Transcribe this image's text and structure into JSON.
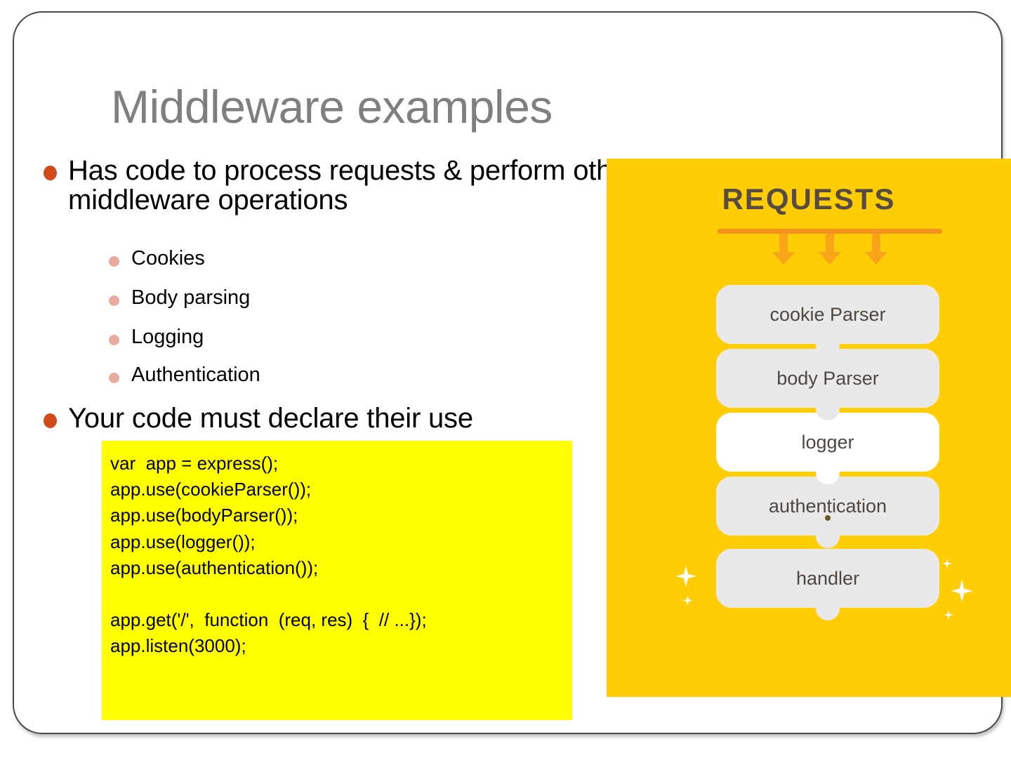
{
  "slide": {
    "title": "Middleware examples"
  },
  "body": {
    "bullets": [
      {
        "text": "Has code to process requests & perform other middleware operations",
        "sub_items": [
          "Cookies",
          "Body parsing",
          "Logging",
          "Authentication"
        ]
      },
      {
        "text": "Your code must declare their use",
        "sub_items": []
      }
    ]
  },
  "code_block": {
    "background_color": "#ffff00",
    "lines": [
      "var  app = express();",
      "app.use(cookieParser());",
      "app.use(bodyParser());",
      "app.use(logger());",
      "app.use(authentication());",
      "",
      "app.get('/',  function  (req, res)  {  // ...});",
      "app.listen(3000);"
    ],
    "text": "var  app = express();\napp.use(cookieParser());\napp.use(bodyParser());\napp.use(logger());\napp.use(authentication());\n\napp.get('/',  function  (req, res)  {  // ...});\napp.listen(3000);"
  },
  "diagram": {
    "background_color": "#ffcd05",
    "heading": "REQUESTS",
    "arrow_color": "#f9a51a",
    "line_color": "#f5921e",
    "box_color": "#e9e9e9",
    "highlight_box_color": "#ffffff",
    "boxes": [
      {
        "label": "cookie Parser",
        "highlighted": false
      },
      {
        "label": "body Parser",
        "highlighted": false
      },
      {
        "label": "logger",
        "highlighted": true
      },
      {
        "label": "authentication",
        "highlighted": false
      }
    ],
    "continuation_marker": "vertical-ellipsis",
    "final_box": {
      "label": "handler",
      "highlighted": false
    }
  },
  "colors": {
    "title_gray": "#7f7f7f",
    "bullet_orange": "#d2491a",
    "sub_bullet_pink": "#e8aba0",
    "border_gray": "#4a4a4a"
  }
}
